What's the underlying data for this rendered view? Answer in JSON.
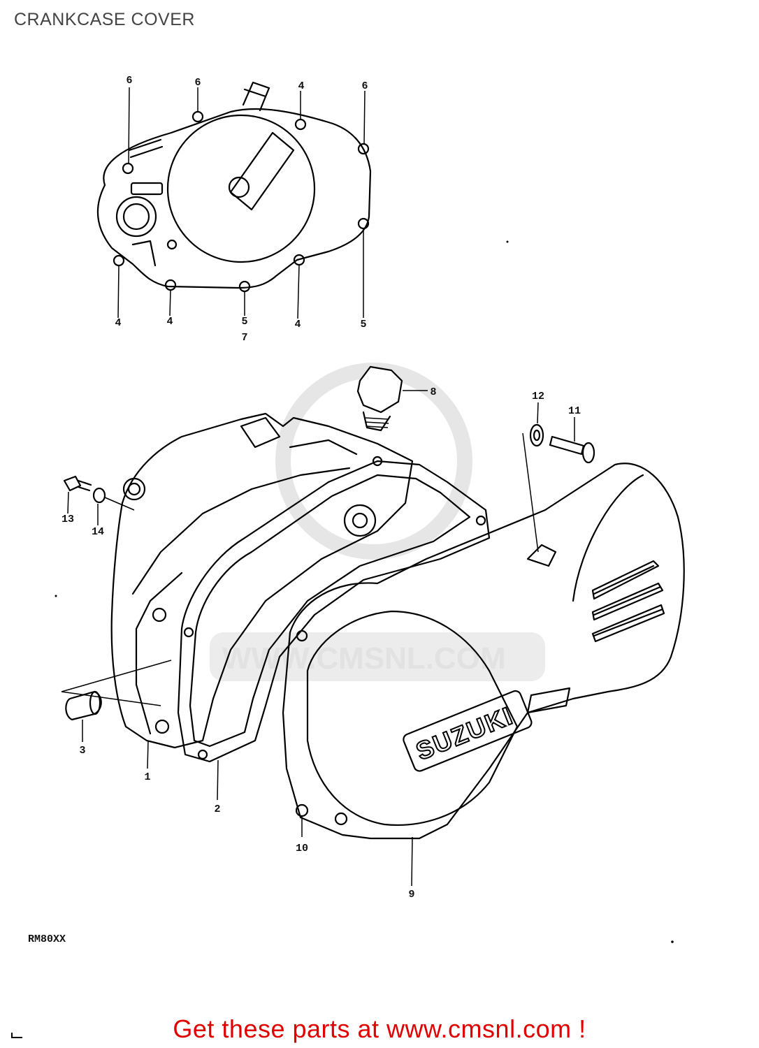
{
  "page": {
    "title": "CRANKCASE COVER",
    "model_code": "RM80XX",
    "promo_text": "Get these parts at www.cmsnl.com !"
  },
  "watermark": {
    "text": "WWW.CMSNL.COM"
  },
  "emblem": {
    "text": "SUZUKI"
  },
  "callouts": {
    "top": [
      "6",
      "6",
      "4",
      "6",
      "4",
      "4",
      "5",
      "7",
      "4",
      "5"
    ],
    "main": [
      "8",
      "12",
      "11",
      "13",
      "14",
      "3",
      "1",
      "2",
      "10",
      "9"
    ]
  },
  "colors": {
    "promo": "#e00000",
    "watermark": "#e2e2e2",
    "title": "#444444"
  }
}
